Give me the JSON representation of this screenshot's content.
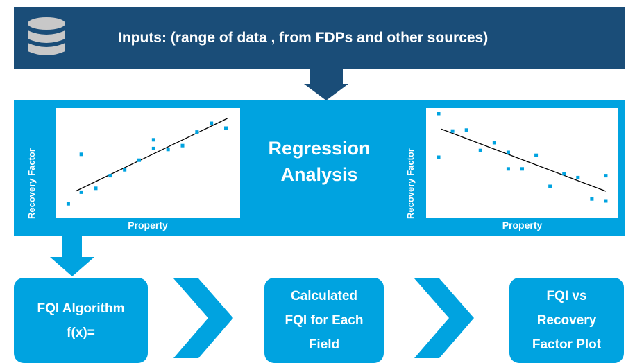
{
  "header": {
    "title": "Inputs: (range of data , from FDPs and other sources)"
  },
  "regression": {
    "title_line1": "Regression",
    "title_line2": "Analysis"
  },
  "plots": [
    {
      "ylabel": "Recovery Factor",
      "xlabel": "Property",
      "trend": "increasing",
      "points": [
        [
          0.05,
          0.07
        ],
        [
          0.14,
          0.19
        ],
        [
          0.14,
          0.58
        ],
        [
          0.24,
          0.23
        ],
        [
          0.34,
          0.36
        ],
        [
          0.44,
          0.42
        ],
        [
          0.54,
          0.52
        ],
        [
          0.64,
          0.64
        ],
        [
          0.64,
          0.73
        ],
        [
          0.74,
          0.63
        ],
        [
          0.84,
          0.67
        ],
        [
          0.94,
          0.81
        ],
        [
          1.04,
          0.9
        ],
        [
          1.14,
          0.85
        ]
      ],
      "line": [
        [
          0.1,
          0.2
        ],
        [
          1.15,
          0.95
        ]
      ]
    },
    {
      "ylabel": "Recovery Factor",
      "xlabel": "Property",
      "trend": "decreasing",
      "points": [
        [
          0.05,
          1.0
        ],
        [
          0.05,
          0.55
        ],
        [
          0.15,
          0.82
        ],
        [
          0.25,
          0.83
        ],
        [
          0.35,
          0.62
        ],
        [
          0.45,
          0.7
        ],
        [
          0.55,
          0.6
        ],
        [
          0.55,
          0.43
        ],
        [
          0.65,
          0.43
        ],
        [
          0.75,
          0.57
        ],
        [
          0.85,
          0.25
        ],
        [
          0.95,
          0.38
        ],
        [
          1.05,
          0.34
        ],
        [
          1.15,
          0.12
        ],
        [
          1.25,
          0.36
        ],
        [
          1.25,
          0.1
        ]
      ],
      "line": [
        [
          0.07,
          0.84
        ],
        [
          1.25,
          0.2
        ]
      ]
    }
  ],
  "steps": [
    {
      "line1": "FQI Algorithm",
      "line2": "f(x)=",
      "line3": ""
    },
    {
      "line1": "Calculated",
      "line2": "FQI for Each",
      "line3": "Field"
    },
    {
      "line1": "FQI vs",
      "line2": "Recovery",
      "line3": "Factor Plot"
    }
  ],
  "icons": {
    "database": "database-icon",
    "down_arrow": "down-arrow-icon",
    "chevron": "chevron-right-icon"
  },
  "colors": {
    "navy": "#1a4d78",
    "blue": "#00a3e0",
    "white": "#ffffff",
    "black": "#000000"
  }
}
